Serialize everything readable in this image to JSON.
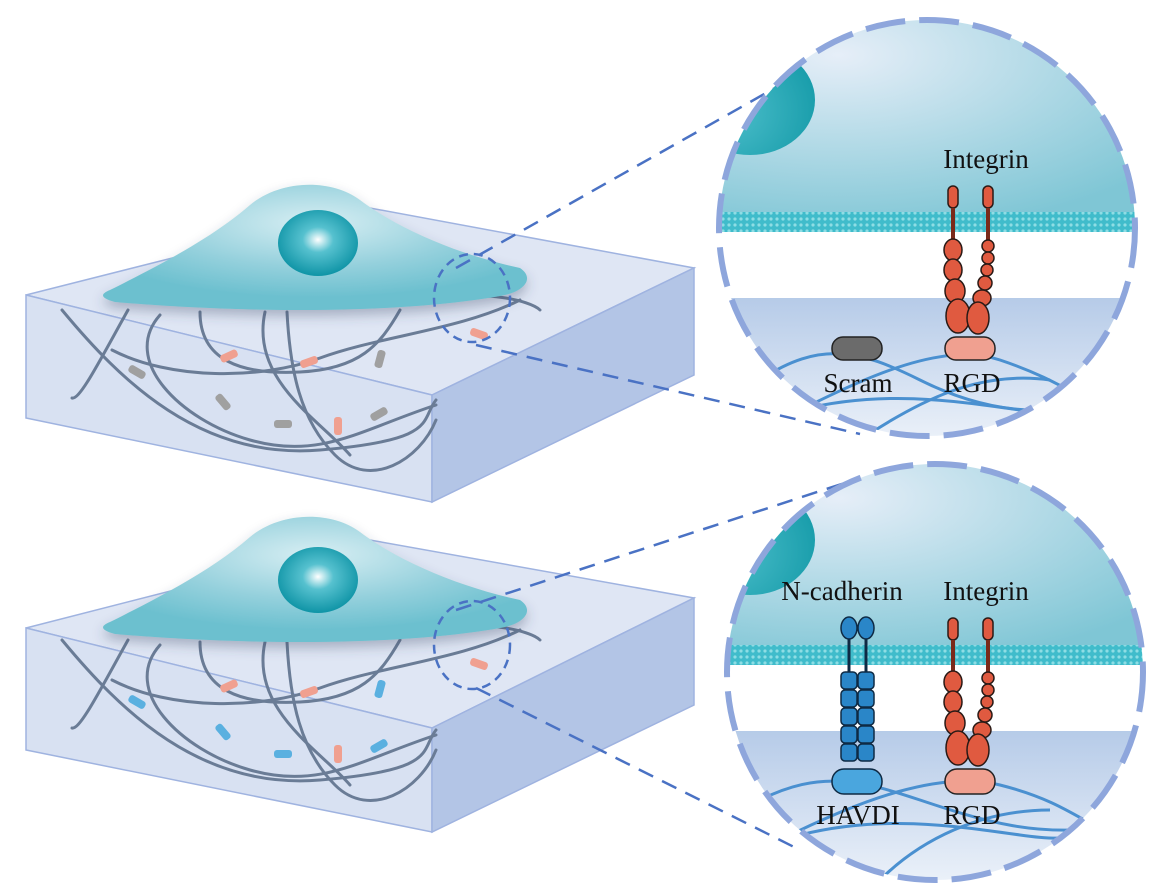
{
  "figure": {
    "panels": [
      {
        "id": "top",
        "hydrogel_ligands": [
          "RGD",
          "Scram"
        ],
        "inset": {
          "receptors": [
            {
              "name": "Integrin",
              "color": "#e05a40"
            }
          ],
          "ligands": [
            {
              "name": "Scram",
              "color": "#6b6b6b"
            },
            {
              "name": "RGD",
              "color": "#f0a090"
            }
          ]
        }
      },
      {
        "id": "bottom",
        "hydrogel_ligands": [
          "RGD",
          "HAVDI"
        ],
        "inset": {
          "receptors": [
            {
              "name": "N-cadherin",
              "color": "#2a86c8"
            },
            {
              "name": "Integrin",
              "color": "#e05a40"
            }
          ],
          "ligands": [
            {
              "name": "HAVDI",
              "color": "#4aa6de"
            },
            {
              "name": "RGD",
              "color": "#f0a090"
            }
          ]
        }
      }
    ],
    "colors": {
      "cell": "#7cc7d6",
      "nucleus": "#1a9fb0",
      "hydrogel": "#dbe3f3",
      "hydrogel_side": "#b3c5e6",
      "dash": "#4a72c4",
      "inset_border": "#8ea6dc",
      "membrane": "#40bccb",
      "fiber": "#6a7c96",
      "scram": "#a0a0a0",
      "rgd": "#f0a090",
      "havdi": "#5ab0e0"
    }
  }
}
